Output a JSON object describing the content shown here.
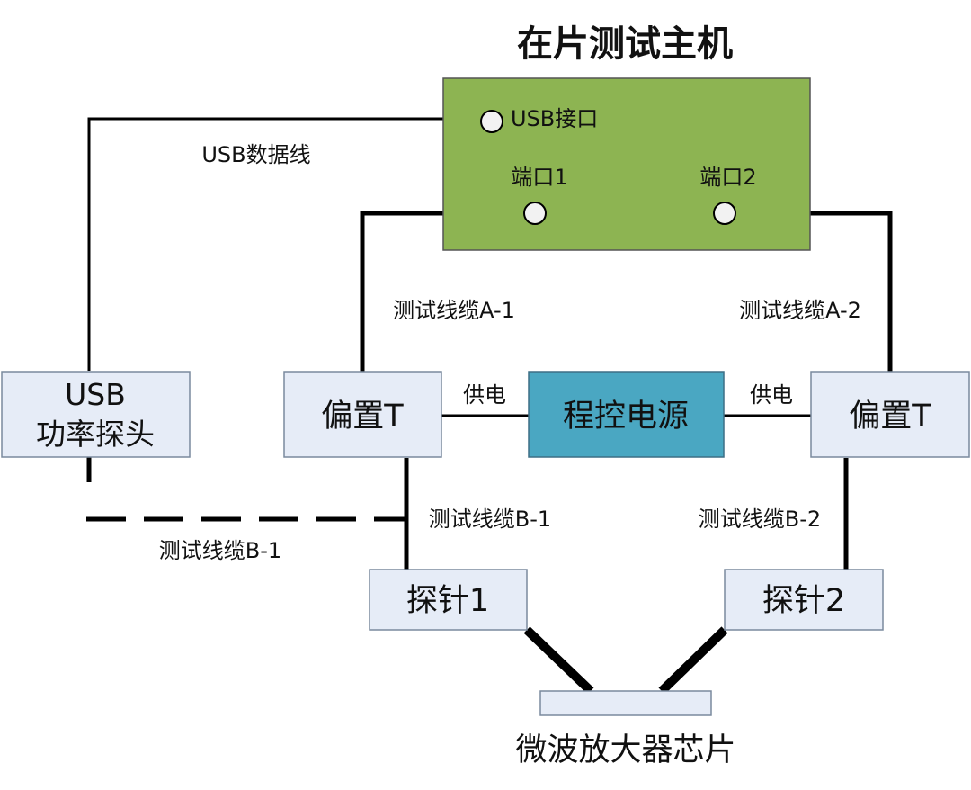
{
  "title": "在片测试主机",
  "host": {
    "usb_port_label": "USB接口",
    "port1_label": "端口1",
    "port2_label": "端口2",
    "fill_color": "#8db452"
  },
  "boxes": {
    "usb_probe_line1": "USB",
    "usb_probe_line2": "功率探头",
    "bias_t_left": "偏置T",
    "bias_t_right": "偏置T",
    "power_supply": "程控电源",
    "probe1": "探针1",
    "probe2": "探针2",
    "box_fill_color": "#e6ecf7",
    "power_fill_color": "#4aa7c2"
  },
  "cables": {
    "usb_data": "USB数据线",
    "cable_a1": "测试线缆A-1",
    "cable_a2": "测试线缆A-2",
    "cable_b1_right": "测试线缆B-1",
    "cable_b1_dashed": "测试线缆B-1",
    "cable_b2": "测试线缆B-2",
    "power_left": "供电",
    "power_right": "供电"
  },
  "chip": {
    "label": "微波放大器芯片"
  }
}
